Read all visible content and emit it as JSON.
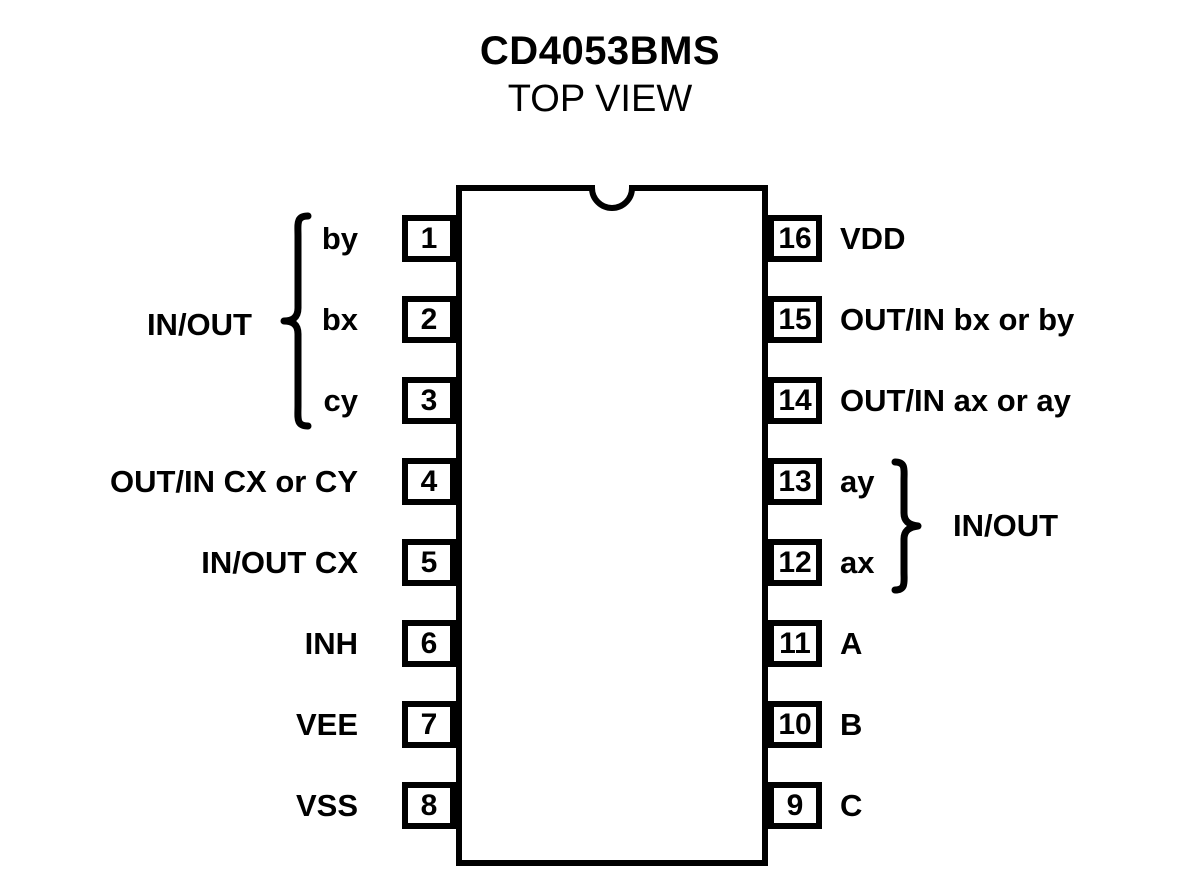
{
  "title": {
    "part_number": "CD4053BMS",
    "view": "TOP VIEW"
  },
  "package": {
    "pin_count": 16,
    "notch": "top-center-notch",
    "colors": {
      "outline": "#000000",
      "body_fill": "#ffffff",
      "background": "#ffffff",
      "text": "#000000"
    }
  },
  "pins": {
    "left": [
      {
        "number": "1",
        "label": "by"
      },
      {
        "number": "2",
        "label": "bx"
      },
      {
        "number": "3",
        "label": "cy"
      },
      {
        "number": "4",
        "label": "OUT/IN CX or CY"
      },
      {
        "number": "5",
        "label": "IN/OUT CX"
      },
      {
        "number": "6",
        "label": "INH"
      },
      {
        "number": "7",
        "label": "VEE"
      },
      {
        "number": "8",
        "label": "VSS"
      }
    ],
    "right": [
      {
        "number": "16",
        "label": "VDD"
      },
      {
        "number": "15",
        "label": "OUT/IN bx or by"
      },
      {
        "number": "14",
        "label": "OUT/IN ax or ay"
      },
      {
        "number": "13",
        "label": "ay"
      },
      {
        "number": "12",
        "label": "ax"
      },
      {
        "number": "11",
        "label": "A"
      },
      {
        "number": "10",
        "label": "B"
      },
      {
        "number": "9",
        "label": "C"
      }
    ]
  },
  "groups": {
    "left": {
      "label": "IN/OUT",
      "pins": [
        "1",
        "2",
        "3"
      ],
      "brace": "left-curly-brace"
    },
    "right": {
      "label": "IN/OUT",
      "pins": [
        "13",
        "12"
      ],
      "brace": "right-curly-brace"
    }
  }
}
